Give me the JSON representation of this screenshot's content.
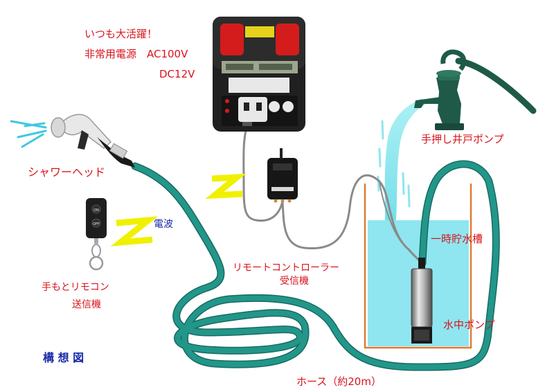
{
  "labels": {
    "battery_tagline": "いつも大活躍！",
    "battery_name_line": "非常用電源　AC100V",
    "battery_dc_line": "DC12V",
    "shower_head": "シャワーヘッド",
    "radio_wave": "電波",
    "remote_hand_line1": "手もとリモコン",
    "remote_hand_line2": "送信機",
    "receiver_line1": "リモートコントローラー",
    "receiver_line2": "受信機",
    "hand_pump": "手押し井戸ポンプ",
    "storage_tank": "一時貯水槽",
    "submersible_pump": "水中ポンプ",
    "hose": "ホース（約20m）",
    "concept": "構 想 図"
  },
  "device_text": {
    "remote_on": "ON",
    "remote_off": "OFF"
  },
  "colors": {
    "label_red": "#d8141c",
    "label_blue": "#1a2aa8",
    "hose": "#23968a",
    "hose_dark": "#176b62",
    "water": "#8fe6f0",
    "tank_frame": "#e07a30",
    "cable": "#8a8a8a",
    "zigzag": "#f0f000",
    "pump_green": "#1f5a48"
  }
}
